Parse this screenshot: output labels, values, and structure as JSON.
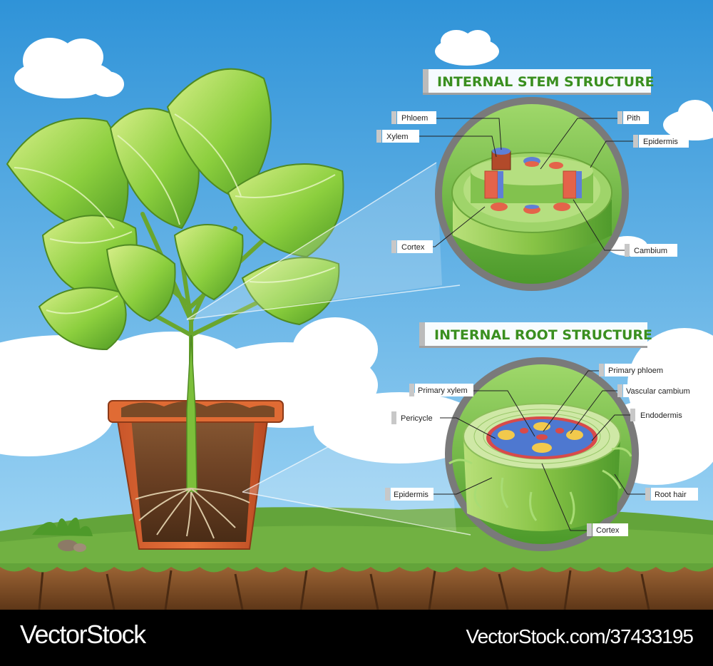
{
  "headings": {
    "stem": "INTERNAL STEM STRUCTURE",
    "root": "INTERNAL ROOT STRUCTURE"
  },
  "stem_labels": {
    "phloem": "Phloem",
    "xylem": "Xylem",
    "pith": "Pith",
    "epidermis": "Epidermis",
    "cortex": "Cortex",
    "cambium": "Cambium"
  },
  "root_labels": {
    "primary_phloem": "Primary phloem",
    "primary_xylem": "Primary xylem",
    "vascular_cambium": "Vascular cambium",
    "pericycle": "Pericycle",
    "endodermis": "Endodermis",
    "epidermis": "Epidermis",
    "root_hair": "Root hair",
    "cortex": "Cortex"
  },
  "footer": {
    "brand": "VectorStock",
    "stock_id": "VectorStock.com/37433195"
  },
  "colors": {
    "sky_top": "#2f93d8",
    "sky_bottom": "#9fd5f5",
    "grass": "#63a43a",
    "soil": "#6b3f1e",
    "heading_green": "#3a8f1f",
    "lens_border": "#6e6e6e",
    "phloem_blue": "#5f7fd6",
    "xylem_red": "#e4634a"
  }
}
